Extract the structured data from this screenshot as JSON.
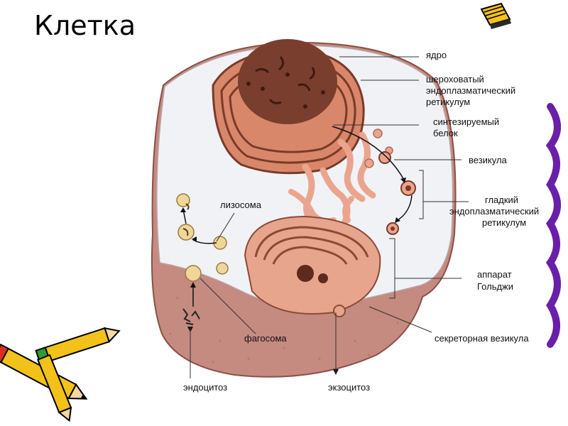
{
  "slide": {
    "title": "Клетка"
  },
  "labels": {
    "nucleus": "ядро",
    "rough_er_1": "шероховатый",
    "rough_er_2": "эндоплазматический",
    "rough_er_3": "ретикулум",
    "protein_1": "синтезируемый",
    "protein_2": "белок",
    "vesicle": "везикула",
    "smooth_er_1": "гладкий",
    "smooth_er_2": "эндоплазматический",
    "smooth_er_3": "ретикулум",
    "lysosome": "лизосома",
    "golgi_1": "аппарат",
    "golgi_2": "Гольджи",
    "phagosome": "фагосома",
    "secretory": "секреторная везикула",
    "endocytosis": "эндоцитоз",
    "exocytosis": "экзоцитоз"
  },
  "colors": {
    "membrane_fill": "#f2f3f7",
    "cytoplasm": "#c98f86",
    "nucleus": "#7a3e2e",
    "organelle": "#e7a58d",
    "organelle_dark": "#a9583f",
    "vesicle": "#efd69a"
  },
  "icons": {
    "book": "book-icon",
    "pencils": "pencils-icon"
  }
}
